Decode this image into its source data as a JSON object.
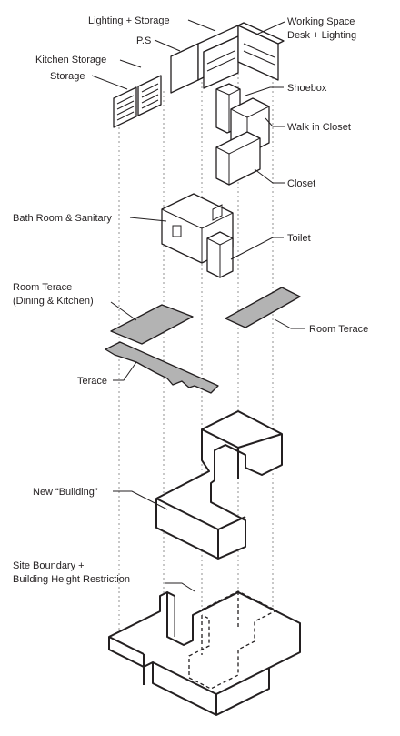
{
  "labels": {
    "lighting_storage": "Lighting + Storage",
    "ps": "P.S",
    "working_space": "Working Space",
    "desk_lighting": "Desk + Lighting",
    "kitchen_storage": "Kitchen Storage",
    "storage": "Storage",
    "shoebox": "Shoebox",
    "walk_in_closet": "Walk in Closet",
    "closet": "Closet",
    "bath_room": "Bath Room & Sanitary",
    "toilet": "Toilet",
    "room_terace_1": "Room Terace",
    "room_terace_sub": "(Dining & Kitchen)",
    "room_terace_2": "Room Terace",
    "terace": "Terace",
    "new_building": "New “Building”",
    "site_boundary_1": "Site Boundary +",
    "site_boundary_2": "Building Height Restriction"
  },
  "colors": {
    "line": "#231f20",
    "slab_fill": "#b3b3b3",
    "wall_fill": "#ffffff"
  }
}
